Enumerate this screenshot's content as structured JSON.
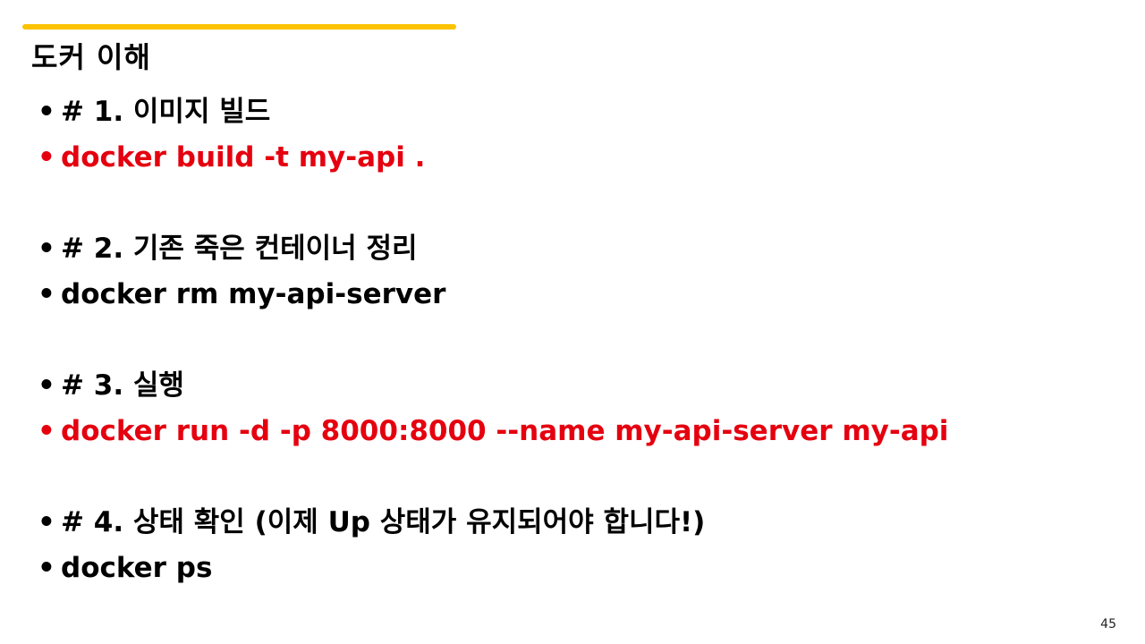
{
  "slide": {
    "title": "도커 이해",
    "accent_color": "#fbc300",
    "command_color": "#e5000f",
    "page_number": "45",
    "steps": [
      {
        "comment": "# 1. 이미지 빌드",
        "command": "docker build -t my-api .",
        "command_highlighted": true
      },
      {
        "comment": "# 2. 기존 죽은 컨테이너 정리",
        "command": "docker rm my-api-server",
        "command_highlighted": false
      },
      {
        "comment": "# 3. 실행",
        "command": "docker run -d -p 8000:8000 --name my-api-server my-api",
        "command_highlighted": true
      },
      {
        "comment": "# 4. 상태 확인 (이제 Up 상태가 유지되어야 합니다!)",
        "command": "docker ps",
        "command_highlighted": false
      }
    ]
  }
}
